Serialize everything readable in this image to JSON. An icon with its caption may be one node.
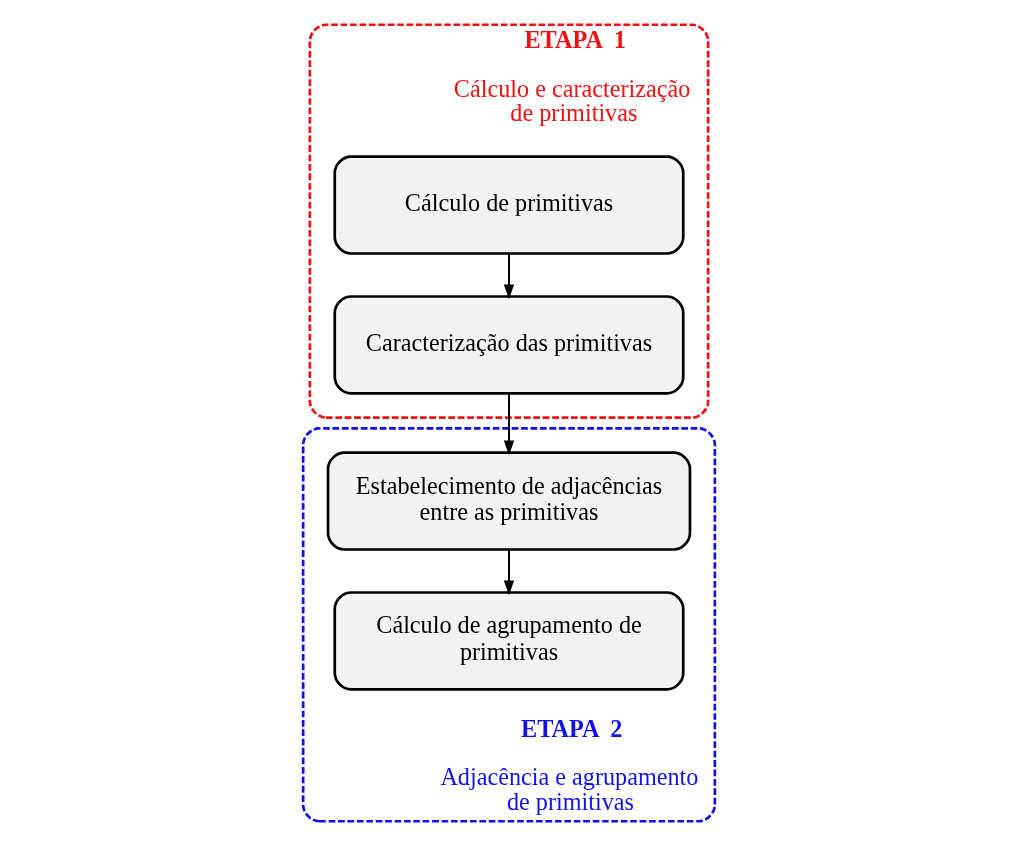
{
  "diagram": {
    "nodes": [
      {
        "text": [
          "ETAPA  1",
          "Cálculo e caracterização de primitivas"
        ]
      },
      {
        "text": [
          "Cálculo de primitivas"
        ],
        "in": 0
      },
      {
        "text": [
          "Caracterização das primitivas"
        ],
        "in": 0
      },
      {
        "text": [
          "ETAPA  2",
          "Adjacência e agrupamento de primitivas"
        ]
      },
      {
        "text": [
          "Estabelecimento de adjacências entre as primitivas"
        ],
        "in": 3
      },
      {
        "text": [
          "Cálculo de agrupamento de primitivas"
        ],
        "in": 3
      }
    ],
    "edges": [
      {
        "from": 1,
        "to": 2,
        "arrow": "to"
      },
      {
        "from": 2,
        "to": 4,
        "arrow": "to"
      },
      {
        "from": 4,
        "to": 5,
        "arrow": "to"
      }
    ]
  }
}
